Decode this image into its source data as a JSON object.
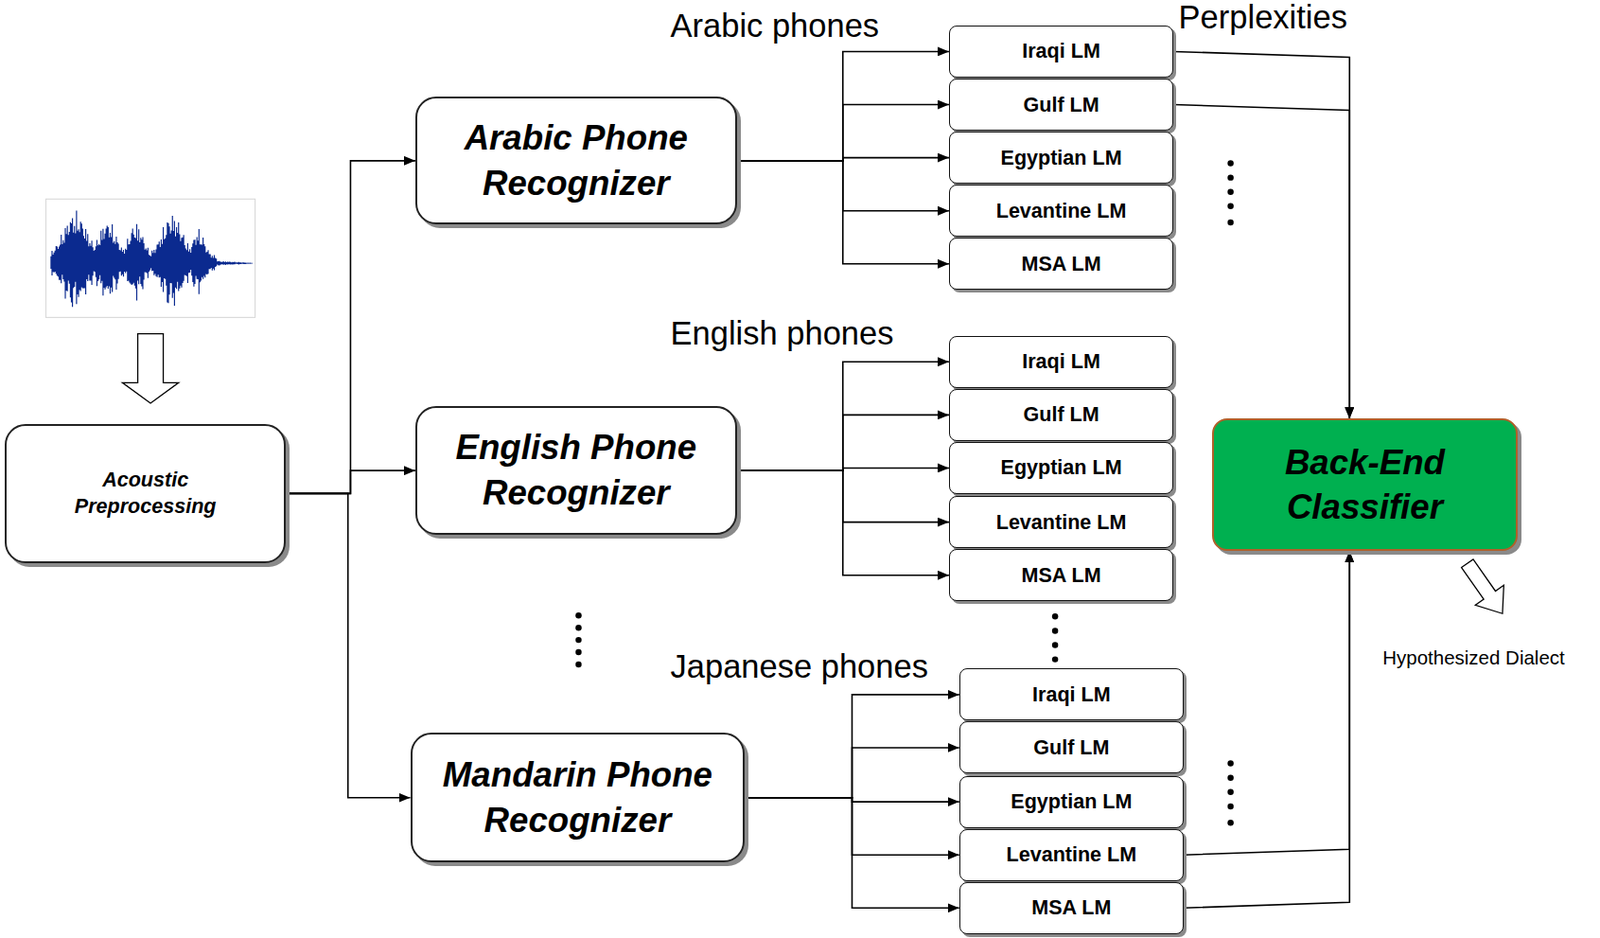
{
  "diagram": {
    "nodes": [
      {
        "text": [
          "Acoustic Preprocessing"
        ]
      },
      {
        "text": [
          "Arabic Phone Recognizer"
        ]
      },
      {
        "text": [
          "English Phone Recognizer"
        ]
      },
      {
        "text": [
          "Mandarin Phone Recognizer"
        ]
      },
      {
        "text": [
          "Iraqi LM"
        ]
      },
      {
        "text": [
          "Gulf LM"
        ]
      },
      {
        "text": [
          "Egyptian LM"
        ]
      },
      {
        "text": [
          "Levantine LM"
        ]
      },
      {
        "text": [
          "MSA LM"
        ]
      },
      {
        "text": [
          "Iraqi LM"
        ]
      },
      {
        "text": [
          "Gulf LM"
        ]
      },
      {
        "text": [
          "Egyptian LM"
        ]
      },
      {
        "text": [
          "Levantine LM"
        ]
      },
      {
        "text": [
          "MSA LM"
        ]
      },
      {
        "text": [
          "Iraqi LM"
        ]
      },
      {
        "text": [
          "Gulf LM"
        ]
      },
      {
        "text": [
          "Egyptian LM"
        ]
      },
      {
        "text": [
          "Levantine LM"
        ]
      },
      {
        "text": [
          "MSA LM"
        ]
      },
      {
        "text": [
          "Back-End Classifier"
        ]
      }
    ],
    "edges": [
      {
        "from": 0,
        "to": 1,
        "arrow": "to"
      },
      {
        "from": 0,
        "to": 2,
        "arrow": "to"
      },
      {
        "from": 0,
        "to": 3,
        "arrow": "to"
      },
      {
        "from": 1,
        "to": 4,
        "arrow": "to"
      },
      {
        "from": 1,
        "to": 5,
        "arrow": "to"
      },
      {
        "from": 1,
        "to": 6,
        "arrow": "to"
      },
      {
        "from": 1,
        "to": 7,
        "arrow": "to"
      },
      {
        "from": 1,
        "to": 8,
        "arrow": "to"
      },
      {
        "from": 2,
        "to": 9,
        "arrow": "to"
      },
      {
        "from": 2,
        "to": 10,
        "arrow": "to"
      },
      {
        "from": 2,
        "to": 11,
        "arrow": "to"
      },
      {
        "from": 2,
        "to": 12,
        "arrow": "to"
      },
      {
        "from": 2,
        "to": 13,
        "arrow": "to"
      },
      {
        "from": 3,
        "to": 14,
        "arrow": "to"
      },
      {
        "from": 3,
        "to": 15,
        "arrow": "to"
      },
      {
        "from": 3,
        "to": 16,
        "arrow": "to"
      },
      {
        "from": 3,
        "to": 17,
        "arrow": "to"
      },
      {
        "from": 3,
        "to": 18,
        "arrow": "to"
      },
      {
        "from": 4,
        "to": 19,
        "arrow": "to"
      },
      {
        "from": 5,
        "to": 19,
        "arrow": "to"
      },
      {
        "from": 17,
        "to": 19,
        "arrow": "to"
      },
      {
        "from": 18,
        "to": 19,
        "arrow": "to"
      }
    ],
    "labels": [
      "Perplexities",
      "Arabic phones",
      "English phones",
      "Japanese phones",
      "Hypothesized Dialect"
    ]
  }
}
